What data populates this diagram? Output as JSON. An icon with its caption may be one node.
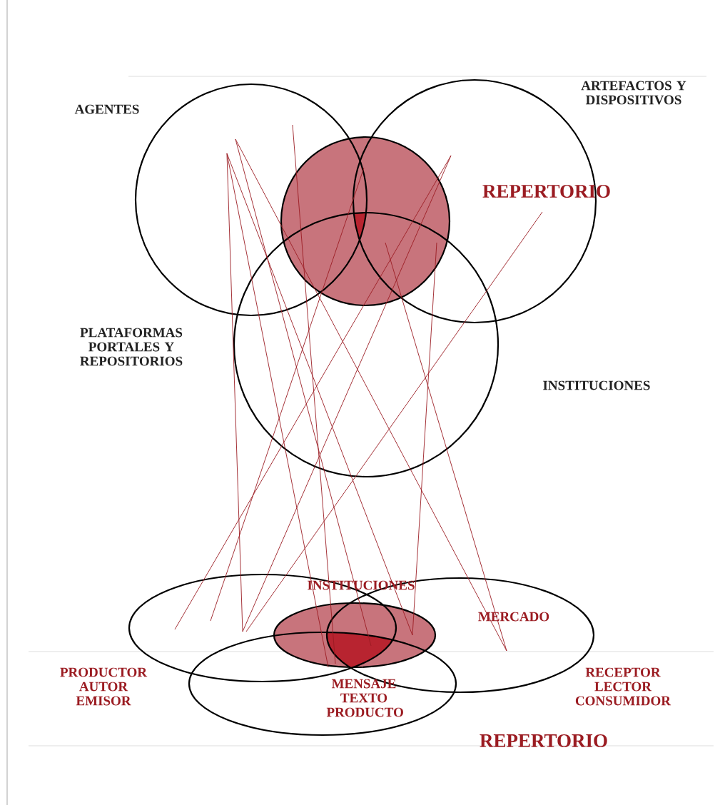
{
  "diagram": {
    "nodes": [
      {
        "text": [],
        "shape": "circle"
      },
      {
        "text": [],
        "shape": "circle"
      },
      {
        "text": [],
        "shape": "circle"
      },
      {
        "text": [],
        "shape": "circle"
      },
      {
        "text": [],
        "shape": "ellipse"
      },
      {
        "text": [],
        "shape": "ellipse"
      },
      {
        "text": [],
        "shape": "ellipse"
      },
      {
        "text": [],
        "shape": "ellipse"
      }
    ],
    "labels": [
      "AGENTES",
      "ARTEFACTOS Y DISPOSITIVOS",
      "REPERTORIO",
      "PLATAFORMAS PORTALES Y REPOSITORIOS",
      "INSTITUCIONES",
      "INSTITUCIONES",
      "MERCADO",
      "PRODUCTOR AUTOR EMISOR",
      "RECEPTOR LECTOR CONSUMIDOR",
      "MENSAJE TEXTO PRODUCTO",
      "REPERTORIO"
    ]
  }
}
